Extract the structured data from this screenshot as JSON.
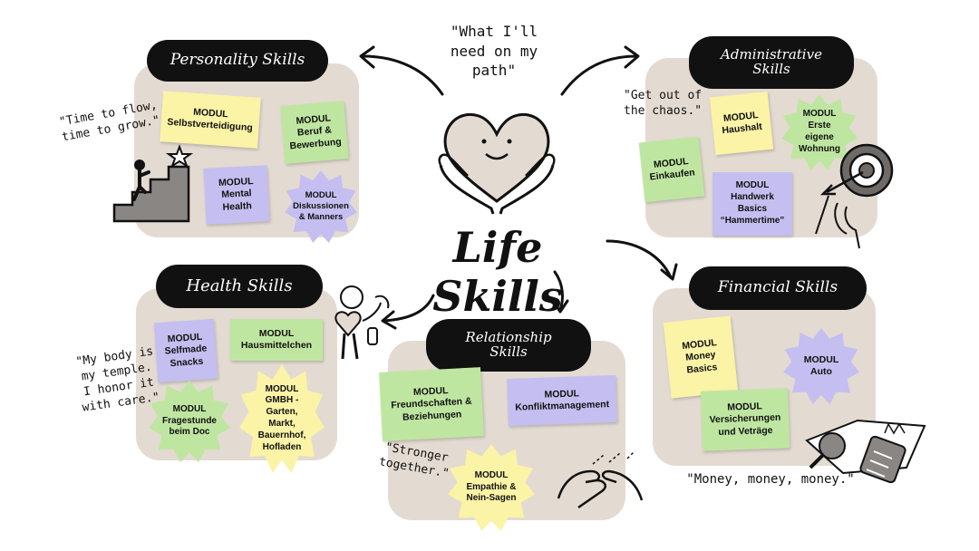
{
  "center": {
    "quote": "\"What I'll\nneed on my\npath\"",
    "title": "Life Skills"
  },
  "sections": {
    "personality": {
      "title": "Personality Skills",
      "quote": "\"Time to flow,\ntime to grow.\"",
      "modules": {
        "m1": "MODUL\nSelbstverteidigung",
        "m2": "MODUL\nBeruf &\nBewerbung",
        "m3": "MODUL\nMental\nHealth",
        "m4": "MODUL\nDiskussionen\n& Manners"
      }
    },
    "administrative": {
      "title": "Administrative\nSkills",
      "quote": "\"Get out of\nthe chaos.\"",
      "modules": {
        "m1": "MODUL\nHaushalt",
        "m2": "MODUL\nErste\neigene\nWohnung",
        "m3": "MODUL\nEinkaufen",
        "m4": "MODUL\nHandwerk\nBasics\n“Hammertime”"
      }
    },
    "health": {
      "title": "Health Skills",
      "quote": "\"My body is\nmy temple.\nI honor it\nwith care.\"",
      "modules": {
        "m1": "MODUL\nSelfmade\nSnacks",
        "m2": "MODUL\nHausmittelchen",
        "m3": "MODUL\nFragestunde\nbeim Doc",
        "m4": "MODUL\nGMBH -\nGarten,\nMarkt,\nBauernhof,\nHofladen"
      }
    },
    "relationship": {
      "title": "Relationship\nSkills",
      "quote": "\"Stronger\ntogether.\"",
      "modules": {
        "m1": "MODUL\nFreundschaften &\nBeziehungen",
        "m2": "MODUL\nKonfliktmanagement",
        "m3": "MODUL\nEmpathie &\nNein-Sagen"
      }
    },
    "financial": {
      "title": "Financial Skills",
      "quote": "\"Money, money, money.\"",
      "modules": {
        "m1": "MODUL\nMoney\nBasics",
        "m2": "MODUL\nAuto",
        "m3": "MODUL\nVersicherungen\nund Veträge"
      }
    }
  },
  "colors": {
    "panel": "#e3dbd1",
    "banner": "#111111",
    "note_yellow": "#fbf3a6",
    "note_green": "#bfe6a1",
    "note_purple": "#c4bff0"
  },
  "icons": [
    "heart-hands-icon",
    "stairs-star-icon",
    "target-arrow-icon",
    "arrow-icon",
    "person-heart-icon",
    "pinky-promise-icon",
    "calculator-icon"
  ]
}
